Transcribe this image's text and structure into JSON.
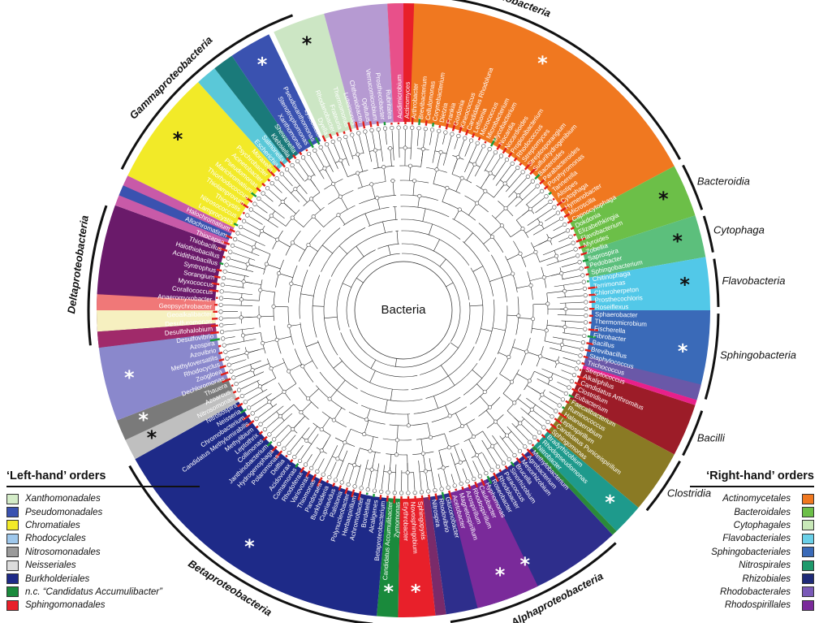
{
  "root_label": "Bacteria",
  "clades": [
    {
      "name": "Actinobacteria",
      "color": "#f07820",
      "a0": -3,
      "a1": 62,
      "star": "white"
    },
    {
      "name": "Bacteroidia",
      "color": "#6cbf48",
      "a0": 62,
      "a1": 72,
      "star": "black"
    },
    {
      "name": "Cytophaga",
      "color": "#5cbf7c",
      "a0": 72,
      "a1": 80,
      "star": "black"
    },
    {
      "name": "Flavobacteria",
      "color": "#52c8e8",
      "a0": 80,
      "a1": 90,
      "star": "black"
    },
    {
      "name": "Sphingobacteria",
      "color": "#3a6ab8",
      "a0": 90,
      "a1": 107,
      "star": "white"
    },
    {
      "name": "Bacilli",
      "color": "#9c1c28",
      "a0": 108,
      "a1": 118,
      "star": "none"
    },
    {
      "name": "Clostridia",
      "color": "#8a7a24",
      "a0": 118,
      "a1": 130,
      "star": "none"
    },
    {
      "name": "Nitrospirales",
      "color": "#1e9a8c",
      "a0": 130,
      "a1": 136,
      "star": "white"
    },
    {
      "name": "Alphaproteobacteria",
      "color": "#2e2e8c",
      "a0": 137,
      "a1": 172,
      "star": "white"
    },
    {
      "name": "Rhodospirillales",
      "color": "#7a2a9a",
      "a0": 154,
      "a1": 166,
      "star": "white"
    },
    {
      "name": "Sphingomonadales",
      "color": "#e8202a",
      "a0": 174,
      "a1": 181,
      "star": "white"
    },
    {
      "name": "Candidatus Accumulibacter",
      "color": "#1a8a3c",
      "a0": 181,
      "a1": 185,
      "star": "white"
    },
    {
      "name": "Betaproteobacteria",
      "color": "#1e2a88",
      "a0": 185,
      "a1": 241,
      "star": "white"
    },
    {
      "name": "Neisseriales",
      "color": "#bfbfbf",
      "a0": 241,
      "a1": 245,
      "star": "black"
    },
    {
      "name": "Nitrosomonadales",
      "color": "#7a7a7a",
      "a0": 245,
      "a1": 249,
      "star": "white"
    },
    {
      "name": "Rhodocyclales",
      "color": "#8a88cc",
      "a0": 249,
      "a1": 263,
      "star": "white"
    },
    {
      "name": "Deltaproteobacteria",
      "color": "#6a1a6a",
      "a0": 263,
      "a1": 290,
      "star": "none"
    },
    {
      "name": "Gammaproteobacteria",
      "color": "#f2ea28",
      "a0": 296,
      "a1": 318,
      "star": "black"
    },
    {
      "name": "Pseudomonadales",
      "color": "#3a52b0",
      "a0": 326,
      "a1": 334,
      "star": "white"
    },
    {
      "name": "Xanthomonadales",
      "color": "#cce6c4",
      "a0": 335,
      "a1": 345,
      "star": "black"
    },
    {
      "name": "Rubritalea",
      "color": "#b69ad2",
      "a0": 345,
      "a1": 357,
      "star": "none"
    }
  ],
  "clade_labels": [
    {
      "text": "Actinobacteria",
      "angle": 20
    },
    {
      "text": "Bacteroidia",
      "angle": 67
    },
    {
      "text": "Cytophaga",
      "angle": 76
    },
    {
      "text": "Flavobacteria",
      "angle": 85
    },
    {
      "text": "Sphingobacteria",
      "angle": 98
    },
    {
      "text": "Bacilli",
      "angle": 113
    },
    {
      "text": "Clostridia",
      "angle": 124
    },
    {
      "text": "Alphaproteobacteria",
      "angle": 152
    },
    {
      "text": "Betaproteobacteria",
      "angle": 212
    },
    {
      "text": "Deltaproteobacteria",
      "angle": 278
    },
    {
      "text": "Gammaproteobacteria",
      "angle": 315
    }
  ],
  "taxa_right": [
    "Acidimicrobium",
    "Actinomyces",
    "Arthrobacter",
    "Brevibacterium",
    "Cellulomonas",
    "Corynebacterium",
    "Dietzia",
    "Frankia",
    "Gordonia",
    "Kineococcus",
    "Candidatus Rhodoluna",
    "Leifsonia",
    "Micrococcus",
    "Microbacterium",
    "Mycobacterium",
    "Nocardia",
    "Nocardioides",
    "Propionibacterium",
    "Rhodococcus",
    "Streptomyces",
    "Streptosporangium",
    "Sulfurihydrogenibium",
    "Bacteroides",
    "Parabacteroides",
    "Porphyromonas",
    "Tannerella",
    "Alistipes",
    "Cytophaga",
    "Hymenobacter",
    "Microscilla",
    "Capnocytophaga",
    "Dokdonia",
    "Elizabethkingia",
    "Flavobacterium",
    "Myroides",
    "Zobellia",
    "Saprospira",
    "Pedobacter",
    "Sphingobacterium",
    "Chitinophaga",
    "Terrimonas",
    "Chloroherpeton",
    "Prosthecochloris",
    "Roseiflexus",
    "Sphaerobacter",
    "Thermomicrobium",
    "Fischerella",
    "Fibrobacter",
    "Bacillus",
    "Brevibacillus",
    "Staphylococcus",
    "Trichococcus",
    "Streptococcus",
    "Alkaliphilus",
    "Candidatus Arthromitus",
    "Clostridium",
    "Eubacterium",
    "Faecalibacterium",
    "Ruminococcus",
    "Halanaerobium",
    "Leptospirillum",
    "Candidatus Puniceispirillum",
    "Sphingomonas",
    "Bradyrhizobium",
    "Rhodopseudomonas",
    "Nitrobacter",
    "Methylobacterium",
    "Agrobacterium",
    "Mesorhizobium",
    "Brucella",
    "Sinorhizobium",
    "Paracoccus",
    "Rhodobacter",
    "Roseobacter",
    "Hyphomonas",
    "Caulobacter",
    "Rhodospirillum",
    "Azospirillum",
    "Magnetospirillum",
    "Acetobacter",
    "Gluconobacter",
    "Rhodovibrio",
    "Nitrospira"
  ],
  "taxa_left": [
    "Sphingopyxis",
    "Novosphingobium",
    "Erythrobacter",
    "Zymomonas",
    "Candidatus Accumulibacter",
    "Betaproteobacterium",
    "Alcaligenes",
    "Bordetella",
    "Achromobacter",
    "Herbaspirillum",
    "Polynucleobacter",
    "Ralstonia",
    "Cupriavidus",
    "Burkholderia",
    "Pandoraea",
    "Thiomonas",
    "Variovorax",
    "Rhodoferax",
    "Comamonas",
    "Acidovorax",
    "Delftia",
    "Polaromonas",
    "Hydrogenophaga",
    "Janthinobacterium",
    "Collimonas",
    "Leptothrix",
    "Methylibium",
    "Candidatus Methylomirabilis",
    "Chromobacterium",
    "Neisseria",
    "Nitrosospira",
    "Nitrosomonas",
    "Azoarcus",
    "Thauera",
    "Dechloromonas",
    "Zoogloea",
    "Rhodocyclus",
    "Methyloversatilis",
    "Azovibrio",
    "Azospira",
    "Desulfovibrio",
    "Desulfohalobium",
    "Desulfuromonas",
    "Geoalkalibacter",
    "Geopsychrobacter",
    "Anaeromyxobacter",
    "Corallococcus",
    "Myxococcus",
    "Sorangium",
    "Syntrophus",
    "Acidithiobacillus",
    "Halothiobacillus",
    "Thiobacillus",
    "Thiocapsa",
    "Allochromatium",
    "Halochromatium",
    "Lamprocystis",
    "Nitrosococcus",
    "Thiocystis",
    "Thiolamprovum",
    "Thiorhodococcus",
    "Marichromatium",
    "Pseudomonas",
    "Acinetobacter",
    "Psychrobacter",
    "Moraxella",
    "Escherichia",
    "Salmonella",
    "Klebsiella",
    "Shewanella",
    "Xanthomonas",
    "Stenotrophomonas",
    "Pseudoxanthomonas",
    "Lysobacter",
    "Dyella",
    "Rhodanobacter",
    "Frateuria",
    "Thermomonas",
    "Luteimonas",
    "Chthoniobacter",
    "Opitutus",
    "Verrucomicrobium",
    "Prosthecobacter",
    "Rubritalea"
  ],
  "legend_left": {
    "title": "‘Left-hand’ orders",
    "items": [
      {
        "label": "Xanthomonadales",
        "color": "#d4ecc8"
      },
      {
        "label": "Pseudomonadales",
        "color": "#3a52b0"
      },
      {
        "label": "Chromatiales",
        "color": "#f2ea28"
      },
      {
        "label": "Rhodocyclales",
        "color": "#9fc8ec"
      },
      {
        "label": "Nitrosomonadales",
        "color": "#9a9a9a"
      },
      {
        "label": "Neisseriales",
        "color": "#dcdcdc"
      },
      {
        "label": "Burkholderiales",
        "color": "#1e2a88"
      },
      {
        "label": "n.c. “Candidatus Accumulibacter”",
        "color": "#1a8a3c"
      },
      {
        "label": "Sphingomonadales",
        "color": "#e8202a"
      }
    ]
  },
  "legend_right": {
    "title": "‘Right-hand’ orders",
    "items": [
      {
        "label": "Actinomycetales",
        "color": "#f07820"
      },
      {
        "label": "Bacteroidales",
        "color": "#6cbf48"
      },
      {
        "label": "Cytophagales",
        "color": "#c8e8b8"
      },
      {
        "label": "Flavobacteriales",
        "color": "#6ad0e8"
      },
      {
        "label": "Sphingobacteriales",
        "color": "#3a6ab8"
      },
      {
        "label": "Nitrospirales",
        "color": "#1e9a6c"
      },
      {
        "label": "Rhizobiales",
        "color": "#1e2a78"
      },
      {
        "label": "Rhodobacterales",
        "color": "#7a5ab8"
      },
      {
        "label": "Rhodospirillales",
        "color": "#7a2a9a"
      }
    ]
  }
}
